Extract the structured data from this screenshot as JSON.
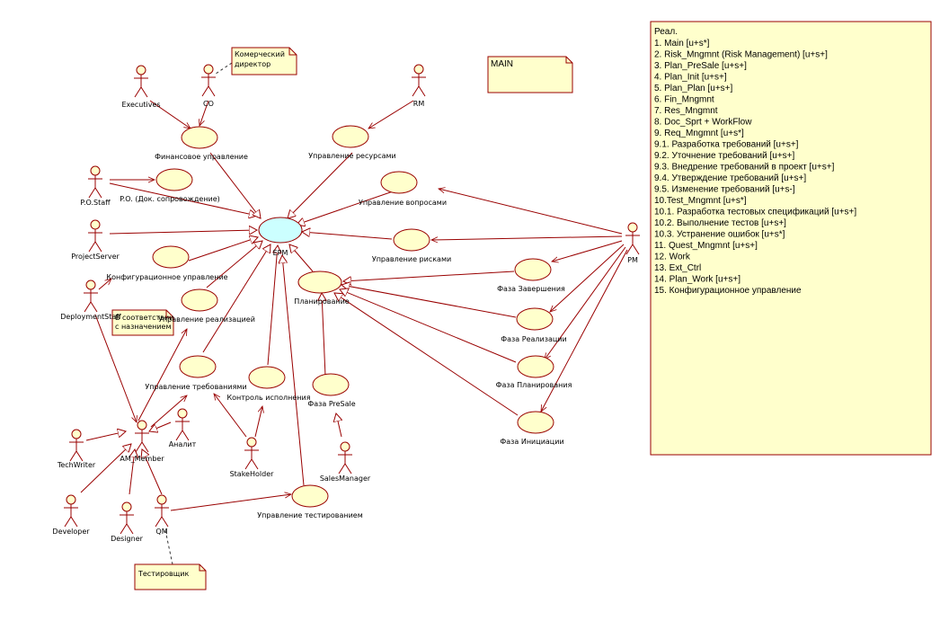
{
  "colors": {
    "note_fill": "#ffffcc",
    "usecase_fill": "#ffffcc",
    "usecase_stroke": "#990000",
    "highlight_fill": "#ccffff",
    "line": "#990000",
    "dash": "#333333"
  },
  "central": {
    "label": "EPM"
  },
  "main_note": {
    "label": "MAIN"
  },
  "notes": {
    "commercial": [
      "Комерческий",
      "директор"
    ],
    "purpose": [
      "В соответствии",
      "с назначением"
    ],
    "tester": [
      "Тестировщик"
    ]
  },
  "actors": {
    "executives": "Executives",
    "co": "CO",
    "rm": "RM",
    "pmo_staff": "P.O.Staff",
    "project_server": "ProjectServer",
    "deployment": "DeploymentStaff",
    "pm": "PM",
    "analyst": "Аналит",
    "tech_writer": "TechWriter",
    "am_member": "AM_Member",
    "developer": "Developer",
    "designer": "Designer",
    "qm": "QM",
    "stakeholder": "StakeHolder",
    "sales_manager": "SalesManager"
  },
  "usecases": {
    "fin": "Финансовое управление",
    "res": "Управление ресурсами",
    "po_doc": "P.O. (Док. сопровождение)",
    "quest": "Управление вопросами",
    "risk": "Управление рисками",
    "conf": "Конфигурационное управление",
    "impl": "Управление реализацией",
    "plan": "Планирование",
    "phase_end": "Фаза Завершения",
    "phase_impl": "Фаза Реализации",
    "phase_plan": "Фаза Планирования",
    "phase_init": "Фаза Инициации",
    "req": "Управление требованиями",
    "ctrl": "Контроль исполнения",
    "presale": "Фаза PreSale",
    "test": "Управление тестированием"
  },
  "list_note": {
    "title": "Реал.",
    "items": [
      "1. Main [u+s*]",
      "2. Risk_Mngmnt (Risk Management) [u+s+]",
      "3. Plan_PreSale [u+s+]",
      "4. Plan_Init [u+s+]",
      "5. Plan_Plan [u+s+]",
      "6. Fin_Mngmnt",
      "7. Res_Mngmnt",
      "8. Doc_Sprt + WorkFlow",
      "9. Req_Mngmnt [u+s*]",
      "9.1. Разработка требований [u+s+]",
      "9.2. Уточнение требований [u+s+]",
      "9.3. Внедрение требований в проект [u+s+]",
      "9.4. Утверждение требований [u+s+]",
      "9.5. Изменение требований [u+s-]",
      "10.Test_Mngmnt [u+s*]",
      "10.1. Разработка тестовых спецификаций [u+s+]",
      "10.2. Выполнение тестов [u+s+]",
      "10.3. Устранение ошибок [u+s*]",
      "11. Quest_Mngmnt [u+s+]",
      "12. Work",
      "13. Ext_Ctrl",
      "14. Plan_Work [u+s+]",
      "15. Конфигурационное управление"
    ]
  }
}
